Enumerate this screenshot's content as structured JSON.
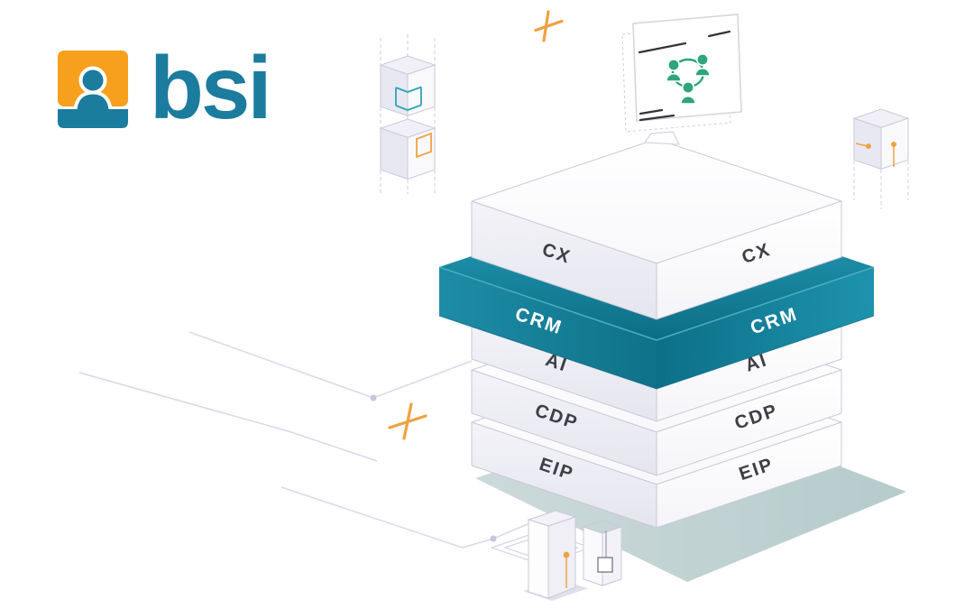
{
  "logo": {
    "brand_text": "bsi",
    "mark_color_orange": "#F6A01E",
    "mark_color_teal": "#1B7C9E"
  },
  "stack": {
    "layers": [
      {
        "label": "CX",
        "highlighted": false
      },
      {
        "label": "CRM",
        "highlighted": true
      },
      {
        "label": "AI",
        "highlighted": false
      },
      {
        "label": "CDP",
        "highlighted": false
      },
      {
        "label": "EIP",
        "highlighted": false
      }
    ],
    "colors": {
      "highlight": "#15839D",
      "label": "#3E3E48",
      "highlight_label": "#FFFFFF",
      "slab_edge": "#C9C9DA"
    }
  },
  "decorations": {
    "accent_orange": "#EFA243",
    "accent_teal": "#2FA3B8",
    "icon_green": "#2EA57C",
    "line_lavender": "#D9D9EA",
    "dash_lavender": "#CFCFE0",
    "dot_lavender": "#C6C6DF",
    "dark_dash": "#33333B",
    "shadow_light": "#C4D3D3",
    "shadow_dark": "#A9C2C3",
    "icons": [
      "cube-icon",
      "cube-icon",
      "cube-icon",
      "monitor-icon",
      "people-network-icon",
      "server-box-icon",
      "open-cube-icon",
      "plus-icon",
      "plus-icon"
    ]
  }
}
